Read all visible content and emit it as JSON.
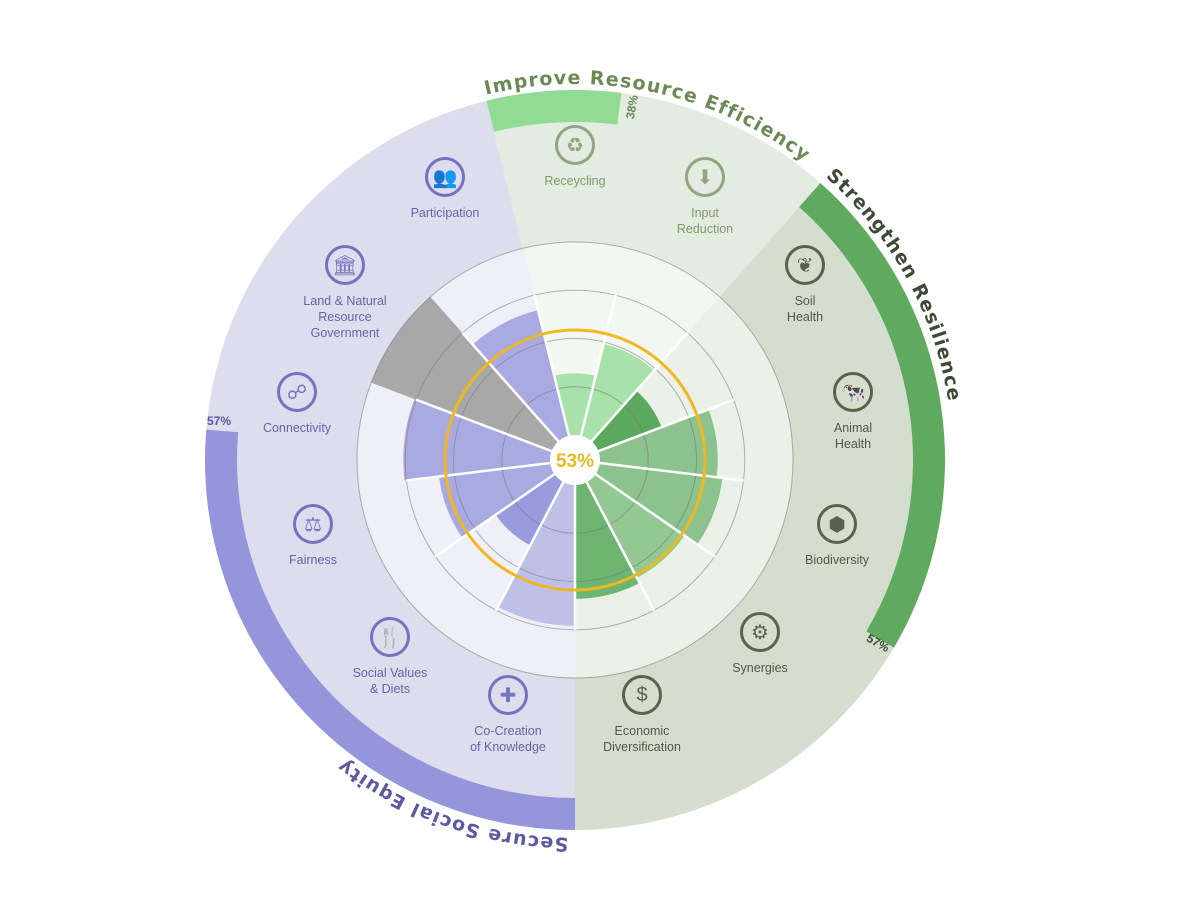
{
  "chart_data": {
    "type": "polar-bar",
    "overall_score_label": "53%",
    "overall_score": 53,
    "radial_range": [
      0,
      100
    ],
    "groups": [
      {
        "name": "Improve Resource Efficiency",
        "score_label": "38%",
        "score": 38,
        "color": "#90dc95"
      },
      {
        "name": "Strengthen Resilience",
        "score_label": "57%",
        "score": 57,
        "color": "#5faa5f"
      },
      {
        "name": "Secure Social Equity",
        "score_label": "57%",
        "score": 57,
        "color": "#9595dc"
      }
    ],
    "categories": [
      {
        "label": "Receycling",
        "group": 0,
        "value": 32,
        "color": "#a6e2aa",
        "icon": "recycle-icon",
        "glyph": "♻"
      },
      {
        "label": "Input\nReduction",
        "group": 0,
        "value": 49,
        "color": "#a6e2aa",
        "icon": "input-reduction-icon",
        "glyph": "⬇"
      },
      {
        "label": "Soil\nHealth",
        "group": 1,
        "value": 35,
        "color": "#5aa95e",
        "icon": "soil-health-icon",
        "glyph": "❦"
      },
      {
        "label": "Animal\nHealth",
        "group": 1,
        "value": 61,
        "color": "#8cc28e",
        "icon": "animal-health-icon",
        "glyph": "🐄"
      },
      {
        "label": "Biodiversity",
        "group": 1,
        "value": 64,
        "color": "#8cc28e",
        "icon": "biodiversity-icon",
        "glyph": "⬢"
      },
      {
        "label": "Synergies",
        "group": 1,
        "value": 56,
        "color": "#93c895",
        "icon": "synergies-icon",
        "glyph": "⚙"
      },
      {
        "label": "Economic\nDiversification",
        "group": 1,
        "value": 59,
        "color": "#6db571",
        "icon": "economic-diversification-icon",
        "glyph": "$"
      },
      {
        "label": "Co-Creation\nof Knowledge",
        "group": 2,
        "value": 73,
        "color": "#bfc0e8",
        "icon": "co-creation-icon",
        "glyph": "✚"
      },
      {
        "label": "Social Values\n& Diets",
        "group": 2,
        "value": 37,
        "color": "#9a9ade",
        "icon": "social-values-icon",
        "glyph": "🍴"
      },
      {
        "label": "Fairness",
        "group": 2,
        "value": 58,
        "color": "#a9aae2",
        "icon": "fairness-icon",
        "glyph": "⚖"
      },
      {
        "label": "Connectivity",
        "group": 2,
        "value": 76,
        "color": "#a9aae2",
        "icon": "connectivity-icon",
        "glyph": "☍"
      },
      {
        "label": "Land & Natural\nResource\nGovernment",
        "group": 2,
        "value": 100,
        "color": "#a8a8a8",
        "icon": "land-governance-icon",
        "glyph": "🏛"
      },
      {
        "label": "Participation",
        "group": 2,
        "value": 67,
        "color": "#a9aae2",
        "icon": "participation-icon",
        "glyph": "👥"
      }
    ]
  }
}
